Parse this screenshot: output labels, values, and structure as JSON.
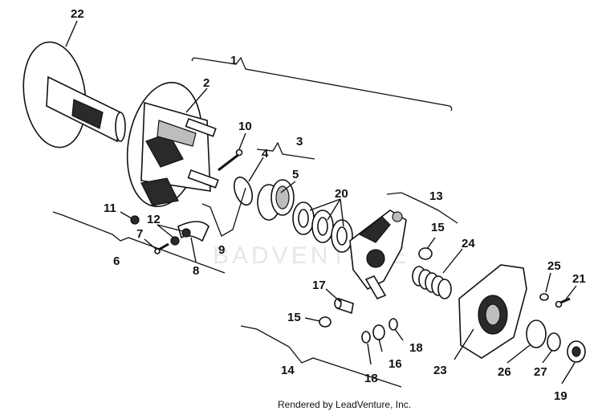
{
  "watermark": "BADVENTURE",
  "credit": "Rendered by LeadVenture, Inc.",
  "callouts": [
    "22",
    "1",
    "2",
    "10",
    "3",
    "4",
    "5",
    "20",
    "13",
    "11",
    "12",
    "7",
    "9",
    "6",
    "8",
    "15",
    "24",
    "25",
    "21",
    "17",
    "15",
    "18",
    "16",
    "18",
    "14",
    "23",
    "26",
    "27",
    "19"
  ],
  "colors": {
    "ink": "#111111",
    "paper": "#ffffff"
  }
}
